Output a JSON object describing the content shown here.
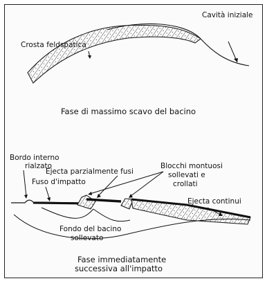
{
  "top_panel": {
    "label_initial_cavity": "Cavità iniziale",
    "label_feldspathic_crust": "Crosta feldspatica",
    "caption": "Fase di massimo scavo del bacino"
  },
  "bottom_panel": {
    "label_inner_rim_1": "Bordo interno",
    "label_inner_rim_2": "rialzato",
    "label_partial_ejecta": "Ejecta parzialmente fusi",
    "label_impact_melt": "Fuso d'impatto",
    "label_mountain_blocks_1": "Blocchi montuosi",
    "label_mountain_blocks_2": "sollevati e",
    "label_mountain_blocks_3": "crollati",
    "label_continuous_ejecta": "Ejecta continui",
    "label_basin_floor_1": "Fondo del bacino",
    "label_basin_floor_2": "sollevato",
    "caption_1": "Fase immediatamente",
    "caption_2": "successiva all'impatto"
  },
  "colors": {
    "ink": "#111111",
    "hatch": "#444444",
    "background": "#fbfbfb"
  }
}
